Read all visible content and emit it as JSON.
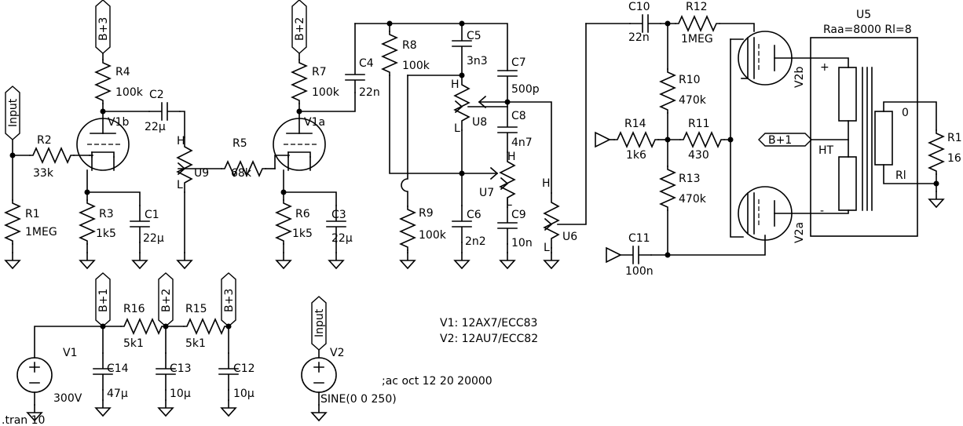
{
  "components": {
    "r1_in": {
      "name": "R1",
      "value": "1MEG"
    },
    "r2": {
      "name": "R2",
      "value": "33k"
    },
    "r3": {
      "name": "R3",
      "value": "1k5"
    },
    "r4": {
      "name": "R4",
      "value": "100k"
    },
    "r5": {
      "name": "R5",
      "value": "68k"
    },
    "r6": {
      "name": "R6",
      "value": "1k5"
    },
    "r7": {
      "name": "R7",
      "value": "100k"
    },
    "r8": {
      "name": "R8",
      "value": "100k"
    },
    "r9": {
      "name": "R9",
      "value": "100k"
    },
    "r10": {
      "name": "R10",
      "value": "470k"
    },
    "r11": {
      "name": "R11",
      "value": "430"
    },
    "r12": {
      "name": "R12",
      "value": "1MEG"
    },
    "r13": {
      "name": "R13",
      "value": "470k"
    },
    "r14": {
      "name": "R14",
      "value": "1k6"
    },
    "r15": {
      "name": "R15",
      "value": "5k1"
    },
    "r16": {
      "name": "R16",
      "value": "5k1"
    },
    "r1_load": {
      "name": "R1",
      "value": "16"
    },
    "c1": {
      "name": "C1",
      "value": "22µ"
    },
    "c2": {
      "name": "C2",
      "value": "22µ"
    },
    "c3": {
      "name": "C3",
      "value": "22µ"
    },
    "c4": {
      "name": "C4",
      "value": "22n"
    },
    "c5": {
      "name": "C5",
      "value": "3n3"
    },
    "c6": {
      "name": "C6",
      "value": "2n2"
    },
    "c7": {
      "name": "C7",
      "value": "500p"
    },
    "c8": {
      "name": "C8",
      "value": "4n7"
    },
    "c9": {
      "name": "C9",
      "value": "10n"
    },
    "c10": {
      "name": "C10",
      "value": "22n"
    },
    "c11": {
      "name": "C11",
      "value": "100n"
    },
    "c12": {
      "name": "C12",
      "value": "10µ"
    },
    "c13": {
      "name": "C13",
      "value": "10µ"
    },
    "c14": {
      "name": "C14",
      "value": "47µ"
    },
    "v1_src": {
      "name": "V1",
      "value": "300V"
    },
    "v2_src": {
      "name": "V2",
      "value": "SINE(0 0 250)"
    },
    "u5": {
      "name": "U5",
      "value": "Raa=8000 Rl=8"
    },
    "u6": "U6",
    "u7": "U7",
    "u8": "U8",
    "u9": "U9",
    "v1a": "V1a",
    "v1b": "V1b",
    "v2a": "V2a",
    "v2b": "V2b"
  },
  "nets": {
    "input": "Input",
    "bp1": "B+1",
    "bp2": "B+2",
    "bp3": "B+3"
  },
  "pot": {
    "h": "H",
    "l": "L"
  },
  "transformer": {
    "plus": "+",
    "minus": "-",
    "ht": "HT",
    "zero": "0",
    "rl": "Rl"
  },
  "notes": {
    "tube1": "V1: 12AX7/ECC83",
    "tube2": "V2: 12AU7/ECC82",
    "ac": ";ac oct 12 20 20000",
    "tran": ".tran 10"
  }
}
